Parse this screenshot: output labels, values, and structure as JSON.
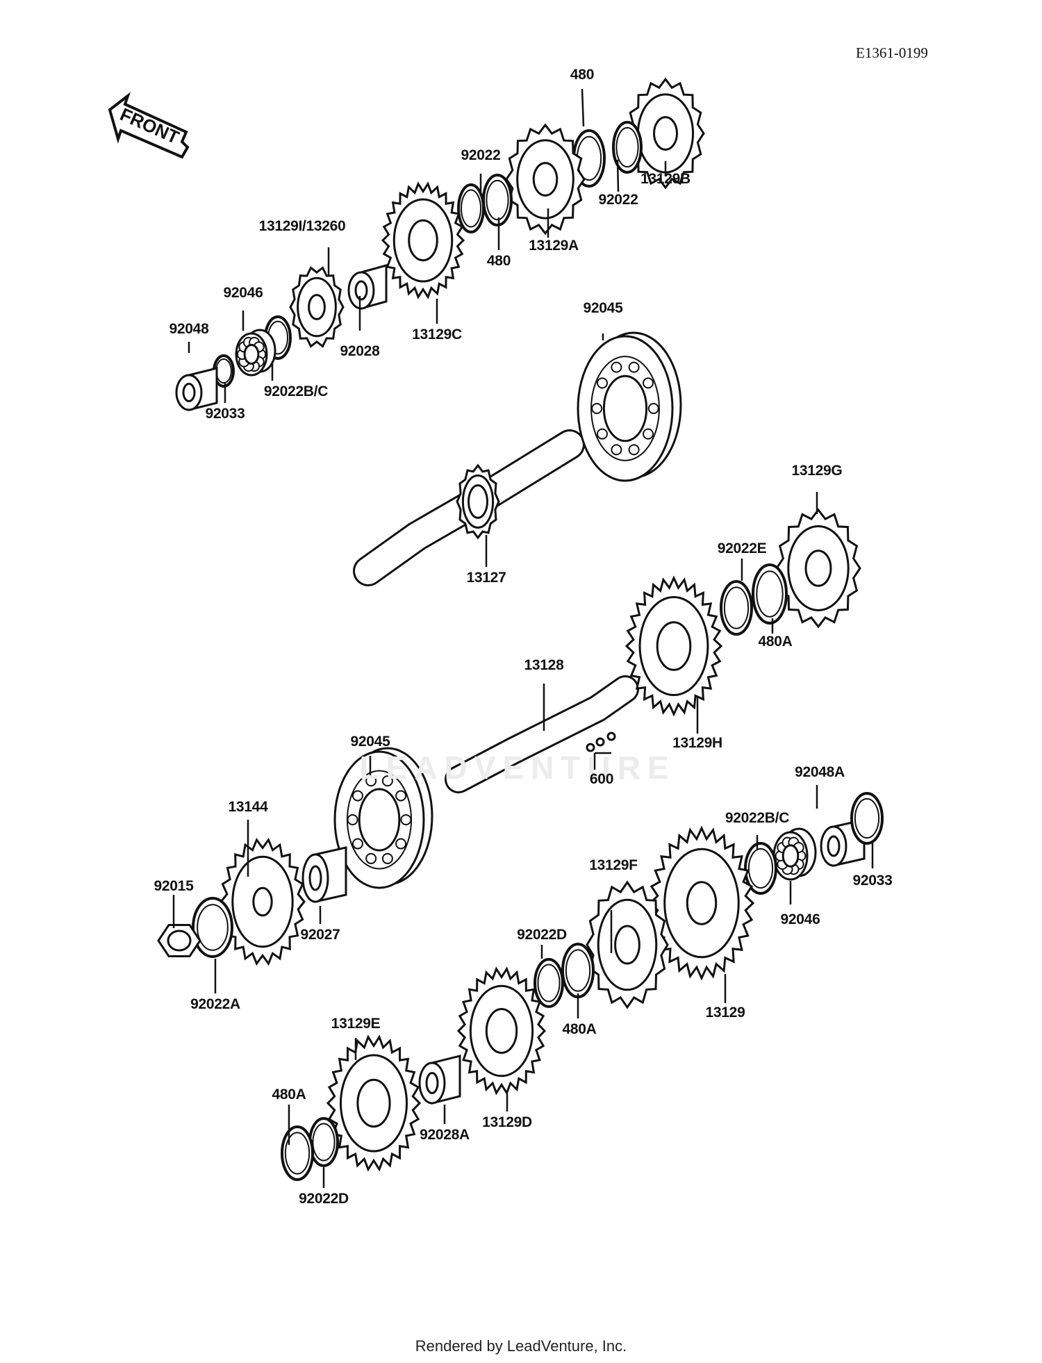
{
  "diagram_code": "E1361-0199",
  "front_label": "FRONT",
  "watermark": "LEADVENTURE",
  "footer": "Rendered by LeadVenture, Inc.",
  "labels": {
    "p480_top": "480",
    "p13129B": "13129B",
    "p92022_top1": "92022",
    "p92022_top2": "92022",
    "p480_mid": "480",
    "p13129A": "13129A",
    "p13129I_13260": "13129I/13260",
    "p92046_top": "92046",
    "p92048": "92048",
    "p92028": "92028",
    "p13129C": "13129C",
    "p92022BC_top": "92022B/C",
    "p92033_top": "92033",
    "p92045_top": "92045",
    "p13127": "13127",
    "p13129G": "13129G",
    "p92022E": "92022E",
    "p480A_right": "480A",
    "p13128": "13128",
    "p13129H": "13129H",
    "p600": "600",
    "p92045_bot": "92045",
    "p92048A": "92048A",
    "p92022BC_bot": "92022B/C",
    "p92033_bot": "92033",
    "p13144": "13144",
    "p92015": "92015",
    "p92027": "92027",
    "p92022A": "92022A",
    "p13129F": "13129F",
    "p92046_bot": "92046",
    "p92022D_mid": "92022D",
    "p13129": "13129",
    "p480A_mid": "480A",
    "p13129E": "13129E",
    "p13129D": "13129D",
    "p480A_left": "480A",
    "p92028A": "92028A",
    "p92022D_bot": "92022D"
  }
}
